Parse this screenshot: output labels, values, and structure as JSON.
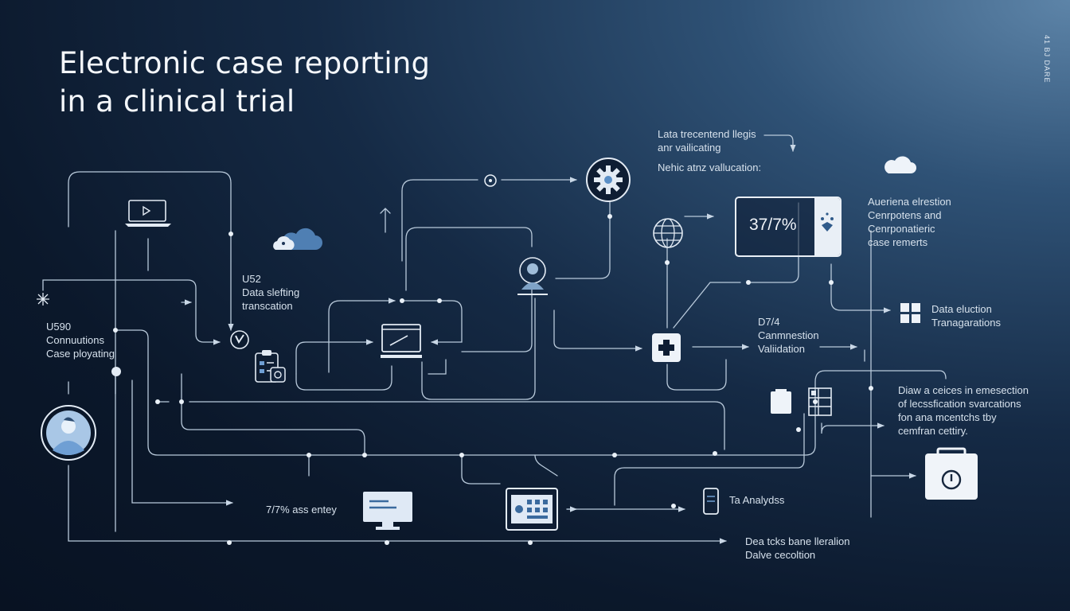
{
  "title": {
    "line1": "Electronic case reporting",
    "line2": "in a clinical trial"
  },
  "corner_text": "41 BJ DARE",
  "labels": {
    "top_note": [
      "Lata trecentend llegis",
      "anr vailicating"
    ],
    "validation": "Nehic atnz vallucation:",
    "right_top": [
      "Aueriena elrestion",
      "Cenrpotens and",
      "Cenrponatieric",
      "case remerts"
    ],
    "left_mid": [
      "U52",
      "Data slefting",
      "transcation"
    ],
    "left": [
      "U590",
      "Connuutions",
      "Case ployating"
    ],
    "mid_right": [
      "D7/4",
      "Canmnestion",
      "Valiidation"
    ],
    "data_coll": [
      "Data eluction",
      "Tranagarations"
    ],
    "right_desc": [
      "Diaw a ceices in emesection",
      "of lecssfication svarcations",
      "fon ana mcentchs tby",
      "cemfran cettiry."
    ],
    "bottom_entry": "7/7% ass entey",
    "analysis": "Ta Analydss",
    "bottom_right": [
      "Dea tcks bane lleralion",
      "Dalve cecoltion"
    ]
  },
  "panel": {
    "value": "37/7%"
  },
  "colors": {
    "line": "#b9cadb",
    "icon": "#e3ebf4",
    "accent": "#6f9fd4"
  }
}
